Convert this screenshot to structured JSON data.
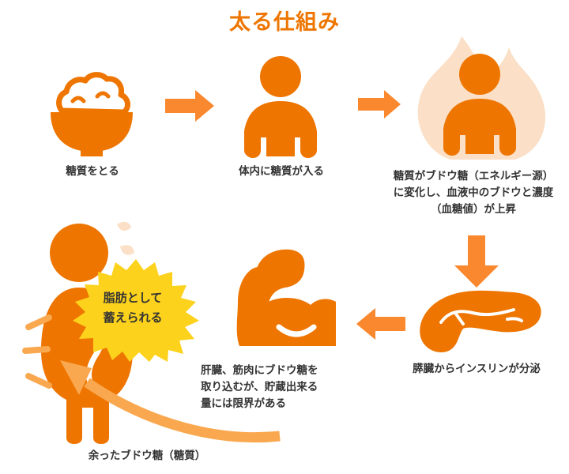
{
  "page": {
    "title": "太る仕組み",
    "background_color": "#FFFFFF"
  },
  "colors": {
    "brand_orange": "#EE7500",
    "arrow_orange": "#F9882E",
    "flame_peach": "#FBDFC6",
    "burst_yellow": "#FCD21C",
    "text_dark": "#333333",
    "title_orange": "#EE7500"
  },
  "steps": [
    {
      "id": "step-1",
      "icon": "rice-bowl-icon",
      "caption": "糖質をとる"
    },
    {
      "id": "step-2",
      "icon": "person-icon",
      "caption": "体内に糖質が入る"
    },
    {
      "id": "step-3",
      "icon": "person-with-flame-icon",
      "caption": "糖質がブドウ糖（エネルギー源）\nに変化し、血液中のブドウと濃度\n（血糖値）が上昇"
    },
    {
      "id": "step-4",
      "icon": "pancreas-icon",
      "caption": "膵臓からインスリンが分泌"
    },
    {
      "id": "step-5",
      "icon": "muscle-arm-icon",
      "caption": "肝臓、筋肉にブドウ糖を\n取り込むが、貯蔵出来る\n量には限界がある"
    },
    {
      "id": "step-6",
      "icon": "overweight-person-icon",
      "caption": "余ったブドウ糖（糖質）"
    }
  ],
  "badge": {
    "shape": "starburst",
    "text": "脂肪として\n蓄えられる"
  },
  "arrows": [
    {
      "id": "arrow-1",
      "direction": "right",
      "name": "arrow-bowl-to-person"
    },
    {
      "id": "arrow-2",
      "direction": "right",
      "name": "arrow-person-to-flame"
    },
    {
      "id": "arrow-3",
      "direction": "down",
      "name": "arrow-flame-to-pancreas"
    },
    {
      "id": "arrow-4",
      "direction": "left",
      "name": "arrow-pancreas-to-muscle"
    },
    {
      "id": "arrow-5",
      "direction": "curved-up-left",
      "name": "arrow-muscle-to-fat"
    }
  ]
}
